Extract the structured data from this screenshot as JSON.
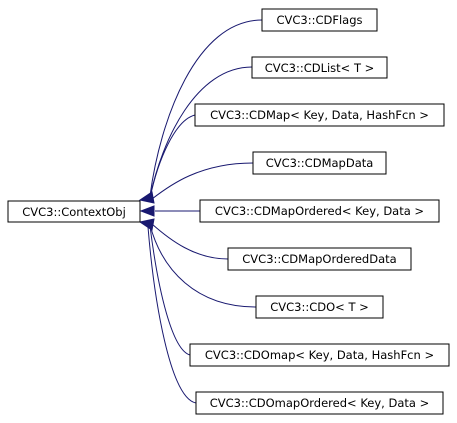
{
  "diagram": {
    "base_class": {
      "label": "CVC3::ContextObj"
    },
    "derived_classes": [
      {
        "label": "CVC3::CDFlags"
      },
      {
        "label": "CVC3::CDList< T >"
      },
      {
        "label": "CVC3::CDMap< Key, Data, HashFcn >"
      },
      {
        "label": "CVC3::CDMapData"
      },
      {
        "label": "CVC3::CDMapOrdered< Key, Data >"
      },
      {
        "label": "CVC3::CDMapOrderedData"
      },
      {
        "label": "CVC3::CDO< T >"
      },
      {
        "label": "CVC3::CDOmap< Key, Data, HashFcn >"
      },
      {
        "label": "CVC3::CDOmapOrdered< Key, Data >"
      }
    ],
    "colors": {
      "edge": "#191970",
      "box_border": "#000000",
      "background": "#ffffff"
    }
  }
}
